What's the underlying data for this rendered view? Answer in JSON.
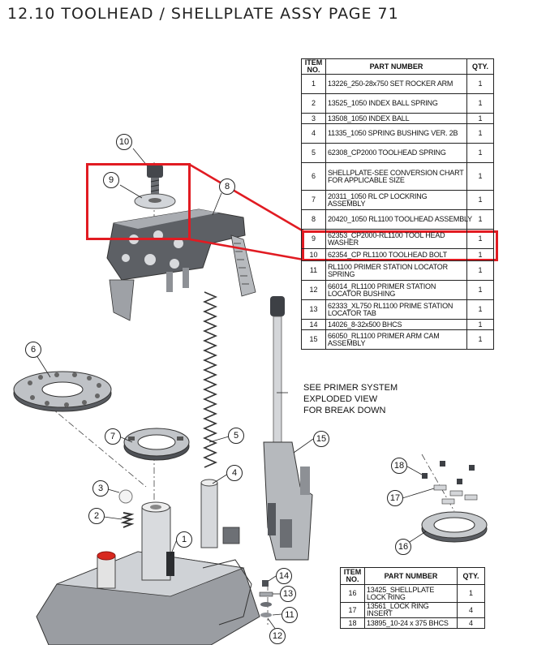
{
  "page": {
    "title": "12.10 TOOLHEAD / SHELLPLATE ASSY PAGE 71"
  },
  "main_table": {
    "headers": {
      "item": "ITEM NO.",
      "part": "PART NUMBER",
      "qty": "QTY."
    },
    "rows": [
      {
        "item": "1",
        "part": "13226_250-28x750 SET ROCKER ARM",
        "qty": "1"
      },
      {
        "item": "2",
        "part": "13525_1050 INDEX BALL SPRING",
        "qty": "1"
      },
      {
        "item": "3",
        "part": "13508_1050 INDEX BALL",
        "qty": "1"
      },
      {
        "item": "4",
        "part": "11335_1050 SPRING BUSHING VER. 2B",
        "qty": "1"
      },
      {
        "item": "5",
        "part": "62308_CP2000 TOOLHEAD SPRING",
        "qty": "1"
      },
      {
        "item": "6",
        "part": "SHELLPLATE-SEE CONVERSION CHART FOR APPLICABLE SIZE",
        "qty": "1"
      },
      {
        "item": "7",
        "part": "20311_1050 RL CP LOCKRING ASSEMBLY",
        "qty": "1"
      },
      {
        "item": "8",
        "part": "20420_1050 RL1100 TOOLHEAD ASSEMBLY",
        "qty": "1"
      },
      {
        "item": "9",
        "part": "62353_CP2000-RL1100 TOOL HEAD WASHER",
        "qty": "1"
      },
      {
        "item": "10",
        "part": "62354_CP RL1100 TOOLHEAD BOLT",
        "qty": "1"
      },
      {
        "item": "11",
        "part": "RL1100 PRIMER STATION LOCATOR SPRING",
        "qty": "1"
      },
      {
        "item": "12",
        "part": "66014_RL1100 PRIMER STATION LOCATOR BUSHING",
        "qty": "1"
      },
      {
        "item": "13",
        "part": "62333_XL750 RL1100 PRIME STATION LOCATOR TAB",
        "qty": "1"
      },
      {
        "item": "14",
        "part": "14026_8-32x500 BHCS",
        "qty": "1"
      },
      {
        "item": "15",
        "part": "66050_RL1100 PRIMER ARM CAM ASSEMBLY",
        "qty": "1"
      }
    ]
  },
  "small_table": {
    "headers": {
      "item": "ITEM NO.",
      "part": "PART NUMBER",
      "qty": "QTY."
    },
    "rows": [
      {
        "item": "16",
        "part": "13425_SHELLPLATE LOCK RING",
        "qty": "1"
      },
      {
        "item": "17",
        "part": "13561_LOCK RING INSERT",
        "qty": "4"
      },
      {
        "item": "18",
        "part": "13895_10-24 x 375 BHCS",
        "qty": "4"
      }
    ]
  },
  "note": {
    "line1": "SEE PRIMER SYSTEM",
    "line2": "EXPLODED VIEW",
    "line3": "FOR BREAK DOWN"
  },
  "callouts": {
    "c1": "1",
    "c2": "2",
    "c3": "3",
    "c4": "4",
    "c5": "5",
    "c6": "6",
    "c7": "7",
    "c8": "8",
    "c9": "9",
    "c10": "10",
    "c11": "11",
    "c12": "12",
    "c13": "13",
    "c14": "14",
    "c15": "15",
    "c16": "16",
    "c17": "17",
    "c18": "18"
  },
  "colors": {
    "highlight": "#e11b22",
    "part_dark": "#55585d",
    "part_light": "#c9ccd1",
    "accent_red": "#d8281f"
  }
}
